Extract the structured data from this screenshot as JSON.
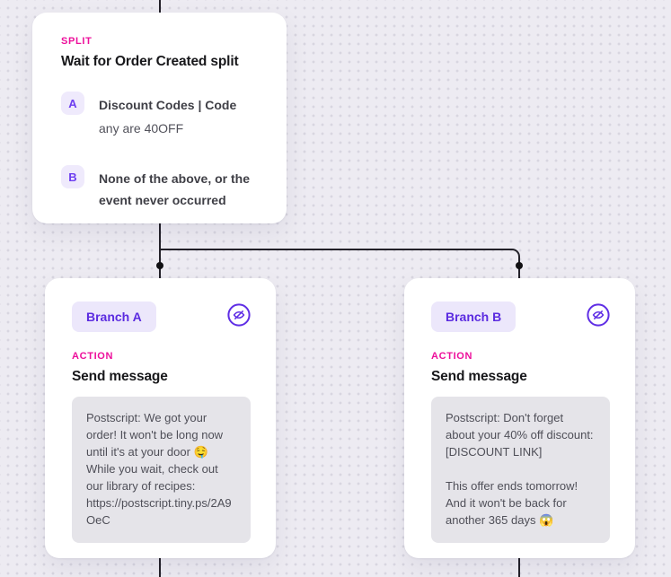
{
  "colors": {
    "canvas_background": "#edebf2",
    "canvas_dot": "#d8d6e0",
    "connector_line": "#232129",
    "accent_pink": "#ed0f9b",
    "accent_purple": "#5f2ee5",
    "badge_background": "#efeafc",
    "message_background": "#e5e4e9"
  },
  "split_card": {
    "label": "SPLIT",
    "title": "Wait for Order Created split",
    "options": [
      {
        "badge": "A",
        "text": "Discount Codes | Code",
        "subtext": "any are 40OFF"
      },
      {
        "badge": "B",
        "text": "None of the above, or the event never occurred"
      }
    ]
  },
  "branches": [
    {
      "badge": "Branch A",
      "kind_label": "ACTION",
      "title": "Send message",
      "icon": "eye-off-icon",
      "message": "Postscript: We got your order! It won't be long now until it's at your door 🤤 While you wait, check out our library of recipes: https://postscript.tiny.ps/2A9OeC"
    },
    {
      "badge": "Branch B",
      "kind_label": "ACTION",
      "title": "Send message",
      "icon": "eye-off-icon",
      "message": "Postscript: Don't forget about your 40% off discount: [DISCOUNT LINK]\n\nThis offer ends tomorrow! And it won't be back for another 365 days 😱"
    }
  ]
}
